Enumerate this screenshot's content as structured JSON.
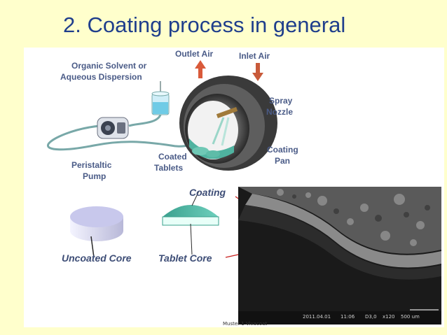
{
  "slide": {
    "title": "2. Coating process in general",
    "background": "#ffffcc",
    "title_color": "#1f3e8c"
  },
  "diagram": {
    "labels": {
      "solvent_line1": "Organic Solvent or",
      "solvent_line2": "Aqueous Dispersion",
      "outlet_air": "Outlet Air",
      "inlet_air": "Inlet Air",
      "spray_line1": "Spray",
      "spray_line2": "Nozzle",
      "coating_pan_line1": "Coating",
      "coating_pan_line2": "Pan",
      "coated_line1": "Coated",
      "coated_line2": "Tablets",
      "pump_line1": "Peristaltic",
      "pump_line2": "Pump",
      "coating": "Coating",
      "uncoated_core": "Uncoated Core",
      "tablet_core": "Tablet Core"
    },
    "colors": {
      "label": "#4a5b87",
      "arrow_red": "#c8201e",
      "arrow_up": "#d95a3a",
      "arrow_down": "#c85a3a",
      "tube": "#78a8a8",
      "coating_teal": "#4fb3a0"
    }
  },
  "sem_image": {
    "info_date": "2011.04.01",
    "info_time": "11:06",
    "info_mode": "D3,0",
    "info_mag": "x120",
    "info_scale": "500 um",
    "caption": "Muster 1 Vivacoat"
  }
}
